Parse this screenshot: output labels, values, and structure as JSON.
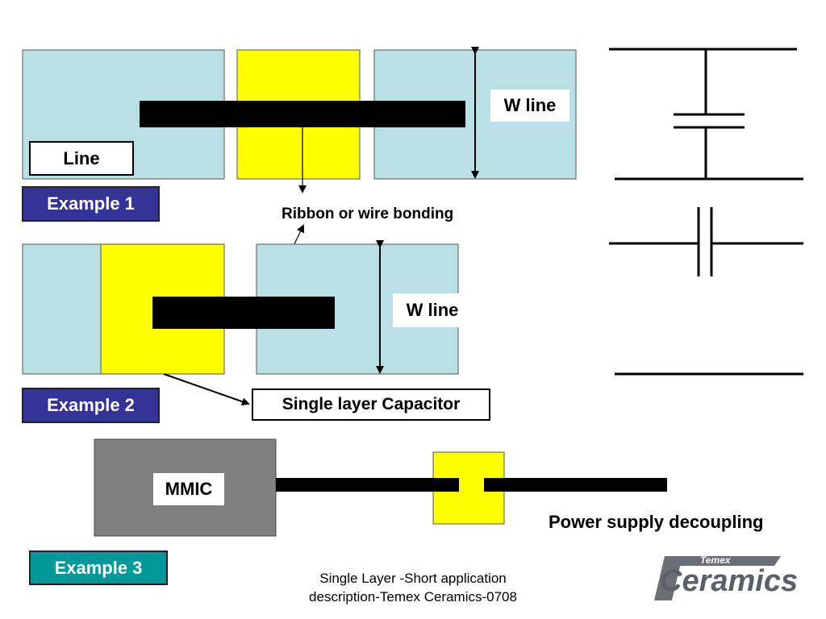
{
  "colors": {
    "board": "#b9e0e4",
    "capacitor": "#ffff00",
    "conductor": "#000000",
    "mmic": "#808080",
    "example_1_2": "#333399",
    "example_3": "#009999"
  },
  "labels": {
    "line": "Line",
    "w_line": "W line",
    "ribbon_bonding": "Ribbon or wire bonding",
    "single_layer_capacitor": "Single layer Capacitor",
    "mmic": "MMIC",
    "power_supply_decoupling": "Power supply decoupling"
  },
  "examples": [
    "Example 1",
    "Example 2",
    "Example 3"
  ],
  "footer": {
    "line1": "Single Layer -Short application",
    "line2": "description-Temex Ceramics-0708"
  },
  "logo": {
    "brand": "Temex",
    "name": "Ceramics"
  },
  "icons": {
    "series": "capacitor-series-symbol",
    "shunt": "capacitor-shunt-symbol"
  }
}
